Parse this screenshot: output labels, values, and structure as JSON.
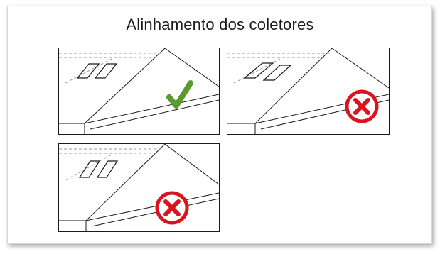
{
  "title": "Alinhamento dos coletores",
  "panels": [
    {
      "id": "panel-1",
      "mark": "correct",
      "mark_icon": "checkmark-icon",
      "mark_color": "#5a9a2f"
    },
    {
      "id": "panel-2",
      "mark": "incorrect",
      "mark_icon": "cross-circle-icon",
      "mark_color": "#d9141c"
    },
    {
      "id": "panel-3",
      "mark": "incorrect",
      "mark_icon": "cross-circle-icon",
      "mark_color": "#d9141c"
    }
  ],
  "colors": {
    "line": "#1a1a1a",
    "dashed": "#9a9a9a",
    "card_border": "#d6d6d6"
  }
}
